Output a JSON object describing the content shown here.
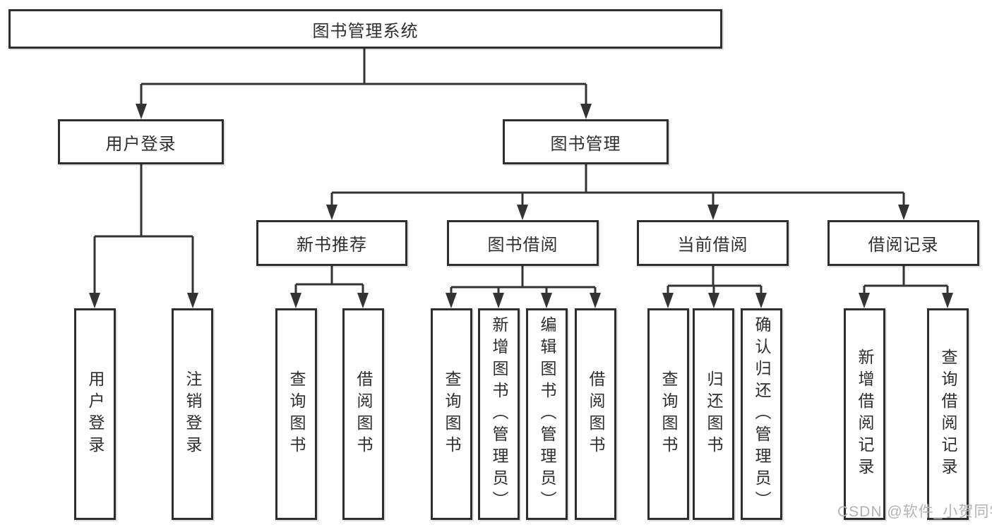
{
  "diagram": {
    "title": "图书管理系统",
    "branches": [
      {
        "label": "用户登录",
        "children": [
          {
            "label": "用户登录"
          },
          {
            "label": "注销登录"
          }
        ]
      },
      {
        "label": "图书管理",
        "children": [
          {
            "label": "新书推荐",
            "children": [
              {
                "label": "查询图书"
              },
              {
                "label": "借阅图书"
              }
            ]
          },
          {
            "label": "图书借阅",
            "children": [
              {
                "label": "查询图书"
              },
              {
                "label": "新增图书（管理员）"
              },
              {
                "label": "编辑图书（管理员）"
              },
              {
                "label": "借阅图书"
              }
            ]
          },
          {
            "label": "当前借阅",
            "children": [
              {
                "label": "查询图书"
              },
              {
                "label": "归还图书"
              },
              {
                "label": "确认归还（管理员）"
              }
            ]
          },
          {
            "label": "借阅记录",
            "children": [
              {
                "label": "新增借阅记录"
              },
              {
                "label": "查询借阅记录"
              }
            ]
          }
        ]
      }
    ]
  },
  "watermark": "CSDN @软件_小贺同学",
  "colors": {
    "line": "#333333",
    "box_border": "#2e2e2e",
    "box_fill": "#ffffff",
    "text": "#2e2e2e",
    "watermark": "#b3b3b3",
    "background": "#ffffff"
  }
}
